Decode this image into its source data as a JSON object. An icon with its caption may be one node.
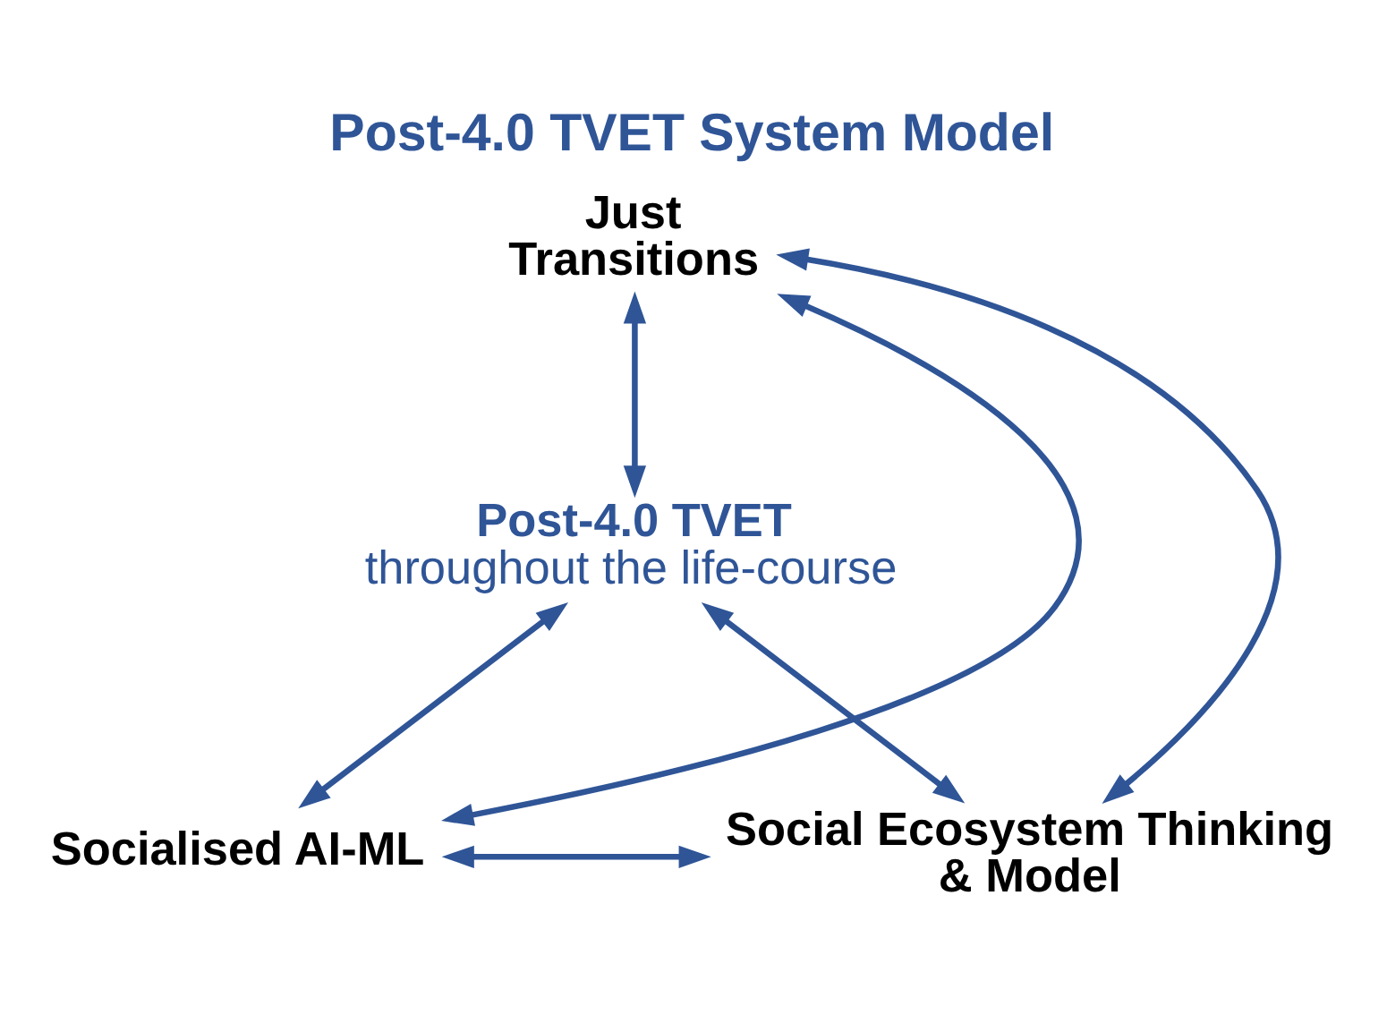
{
  "diagram": {
    "title": "Post-4.0 TVET System Model",
    "nodes": [
      {
        "text": [
          "Just Transitions"
        ]
      },
      {
        "text": [
          "Post-4.0 TVET",
          "throughout the life-course"
        ]
      },
      {
        "text": [
          "Socialised AI-ML"
        ]
      },
      {
        "text": [
          "Social Ecosystem Thinking & Model"
        ]
      }
    ],
    "edges": [
      {
        "from": 0,
        "to": 1,
        "arrow": "both"
      },
      {
        "from": 0,
        "to": 2,
        "arrow": "both"
      },
      {
        "from": 0,
        "to": 3,
        "arrow": "both"
      },
      {
        "from": 1,
        "to": 2,
        "arrow": "both"
      },
      {
        "from": 1,
        "to": 3,
        "arrow": "both"
      },
      {
        "from": 2,
        "to": 3,
        "arrow": "both"
      }
    ]
  }
}
